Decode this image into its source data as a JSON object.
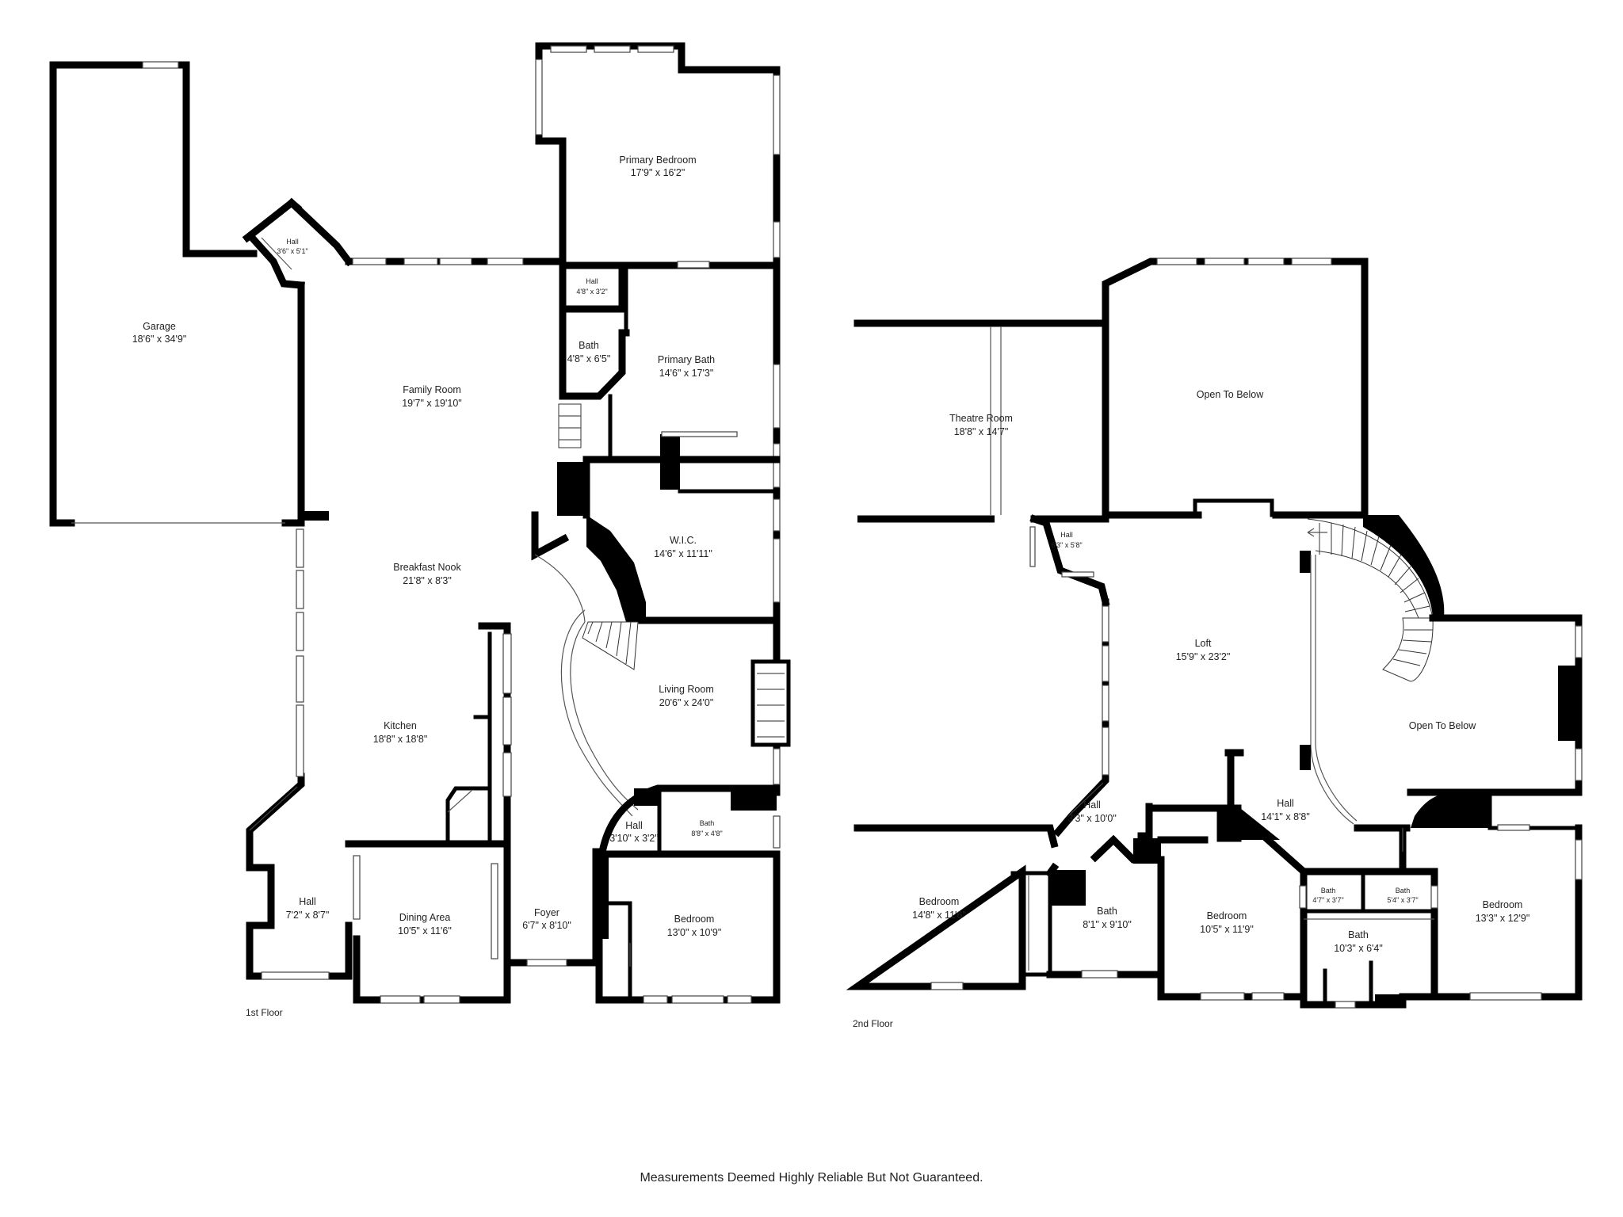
{
  "floors": [
    {
      "label": "1st Floor",
      "rooms": [
        {
          "name": "Garage",
          "dims": "18'6\" x 34'9\""
        },
        {
          "name": "Hall",
          "dims": "3'6\" x 5'1\""
        },
        {
          "name": "Primary Bedroom",
          "dims": "17'9\" x 16'2\""
        },
        {
          "name": "Hall",
          "dims": "4'8\" x 3'2\""
        },
        {
          "name": "Bath",
          "dims": "4'8\" x 6'5\""
        },
        {
          "name": "Primary Bath",
          "dims": "14'6\" x 17'3\""
        },
        {
          "name": "Family Room",
          "dims": "19'7\" x 19'10\""
        },
        {
          "name": "W.I.C.",
          "dims": "14'6\" x 11'11\""
        },
        {
          "name": "Breakfast Nook",
          "dims": "21'8\" x 8'3\""
        },
        {
          "name": "Living Room",
          "dims": "20'6\" x 24'0\""
        },
        {
          "name": "Kitchen",
          "dims": "18'8\" x 18'8\""
        },
        {
          "name": "Bath",
          "dims": "8'8\" x 4'8\""
        },
        {
          "name": "Hall",
          "dims": "3'10\" x 3'2\""
        },
        {
          "name": "Hall",
          "dims": "7'2\" x 8'7\""
        },
        {
          "name": "Dining Area",
          "dims": "10'5\" x 11'6\""
        },
        {
          "name": "Foyer",
          "dims": "6'7\" x 8'10\""
        },
        {
          "name": "Bedroom",
          "dims": "13'0\" x 10'9\""
        }
      ]
    },
    {
      "label": "2nd Floor",
      "rooms": [
        {
          "name": "Theatre Room",
          "dims": "18'8\" x 14'7\""
        },
        {
          "name": "Open To Below",
          "dims": ""
        },
        {
          "name": "Hall",
          "dims": "6'3\" x 5'8\""
        },
        {
          "name": "Loft",
          "dims": "15'9\" x 23'2\""
        },
        {
          "name": "Open To Below",
          "dims": ""
        },
        {
          "name": "Hall",
          "dims": "3'3\" x 10'0\""
        },
        {
          "name": "Hall",
          "dims": "14'1\" x 8'8\""
        },
        {
          "name": "Bedroom",
          "dims": "14'8\" x 11'6\""
        },
        {
          "name": "Bath",
          "dims": "8'1\" x 9'10\""
        },
        {
          "name": "Bedroom",
          "dims": "10'5\" x 11'9\""
        },
        {
          "name": "Bath",
          "dims": "4'7\" x 3'7\""
        },
        {
          "name": "Bath",
          "dims": "5'4\" x 3'7\""
        },
        {
          "name": "Bedroom",
          "dims": "13'3\" x 12'9\""
        },
        {
          "name": "Bath",
          "dims": "10'3\" x 6'4\""
        }
      ]
    }
  ],
  "disclaimer": "Measurements Deemed Highly Reliable But Not Guaranteed."
}
